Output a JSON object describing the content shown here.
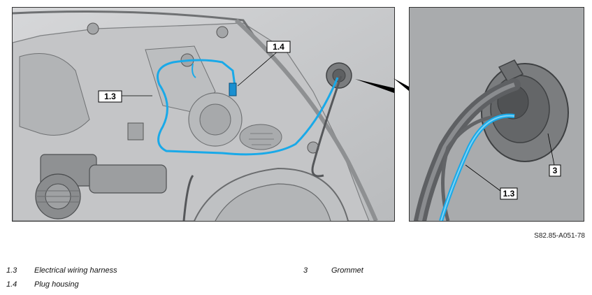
{
  "callouts": {
    "harness": "1.3",
    "plug_housing": "1.4",
    "grommet": "3",
    "harness_detail": "1.3"
  },
  "figure_code": "S82.85-A051-78",
  "legend": [
    {
      "num": "1.3",
      "text": "Electrical wiring harness"
    },
    {
      "num": "1.4",
      "text": "Plug housing"
    },
    {
      "num": "3",
      "text": "Grommet"
    }
  ],
  "colors": {
    "harness": "#19a9e8",
    "panel_fill": "#c9cacc",
    "component": "#8f9193",
    "detail_bg": "#a9abad"
  }
}
